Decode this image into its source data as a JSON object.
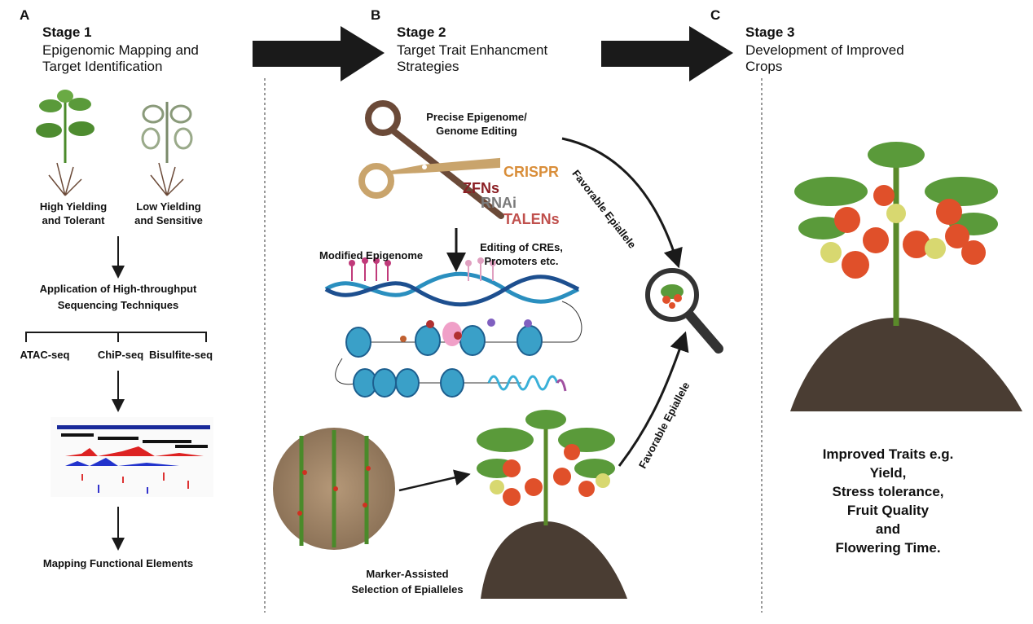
{
  "panels": [
    {
      "letter": "A",
      "stage": "Stage 1",
      "subtitle": [
        "Epigenomic Mapping and",
        "Target Identification"
      ]
    },
    {
      "letter": "B",
      "stage": "Stage 2",
      "subtitle": [
        "Target Trait Enhancment",
        "Strategies"
      ]
    },
    {
      "letter": "C",
      "stage": "Stage 3",
      "subtitle": [
        "Development of Improved",
        "Crops"
      ]
    }
  ],
  "stage1": {
    "plant_high": [
      "High Yielding",
      "and Tolerant"
    ],
    "plant_low": [
      "Low Yielding",
      "and Sensitive"
    ],
    "application": [
      "Application of High-throughput",
      "Sequencing Techniques"
    ],
    "techniques": [
      "ATAC-seq",
      "ChiP-seq",
      "Bisulfite-seq"
    ],
    "result": "Mapping Functional Elements"
  },
  "stage2": {
    "editing_title": [
      "Precise Epigenome/",
      "Genome Editing"
    ],
    "tools": [
      {
        "name": "ZFNs",
        "color": "#8b1f24"
      },
      {
        "name": "CRISPR",
        "color": "#d98e3a"
      },
      {
        "name": "RNAi",
        "color": "#7a7a7a"
      },
      {
        "name": "TALENs",
        "color": "#c0504d"
      }
    ],
    "modified": "Modified Epigenome",
    "cres": [
      "Editing of CREs,",
      "Promoters etc."
    ],
    "marker": [
      "Marker-Assisted",
      "Selection of Epialleles"
    ],
    "favorable_top": "Favorable Epiallele",
    "favorable_bottom": "Favorable Epiallele"
  },
  "stage3": {
    "traits": [
      "Improved Traits e.g.",
      "Yield,",
      "Stress tolerance,",
      "Fruit Quality",
      "and",
      "Flowering Time."
    ]
  },
  "colors": {
    "arrow": "#1a1a1a",
    "scissor_dark": "#6b4a38",
    "scissor_light": "#c9a46c",
    "tomato": "#e0502a",
    "leaf": "#5a9a3a",
    "soil": "#4a3d33",
    "dna_blue": "#2a8fbf",
    "nucleosome": "#3aa0c8"
  }
}
